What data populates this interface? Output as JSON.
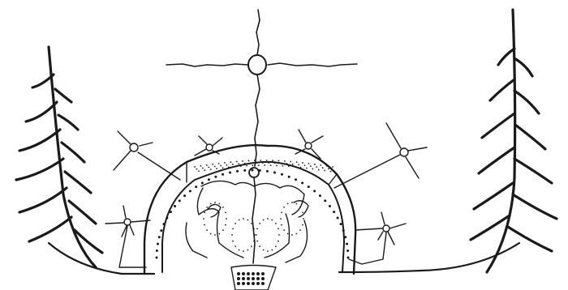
{
  "illustration": {
    "subject": "pictograph",
    "ink_color": "#1a1a1a",
    "paper_color": "#ffffff",
    "elements": [
      "fir-tree",
      "fir-tree",
      "dome",
      "star",
      "star",
      "star",
      "star",
      "star",
      "star",
      "star",
      "dotted-pattern"
    ]
  }
}
